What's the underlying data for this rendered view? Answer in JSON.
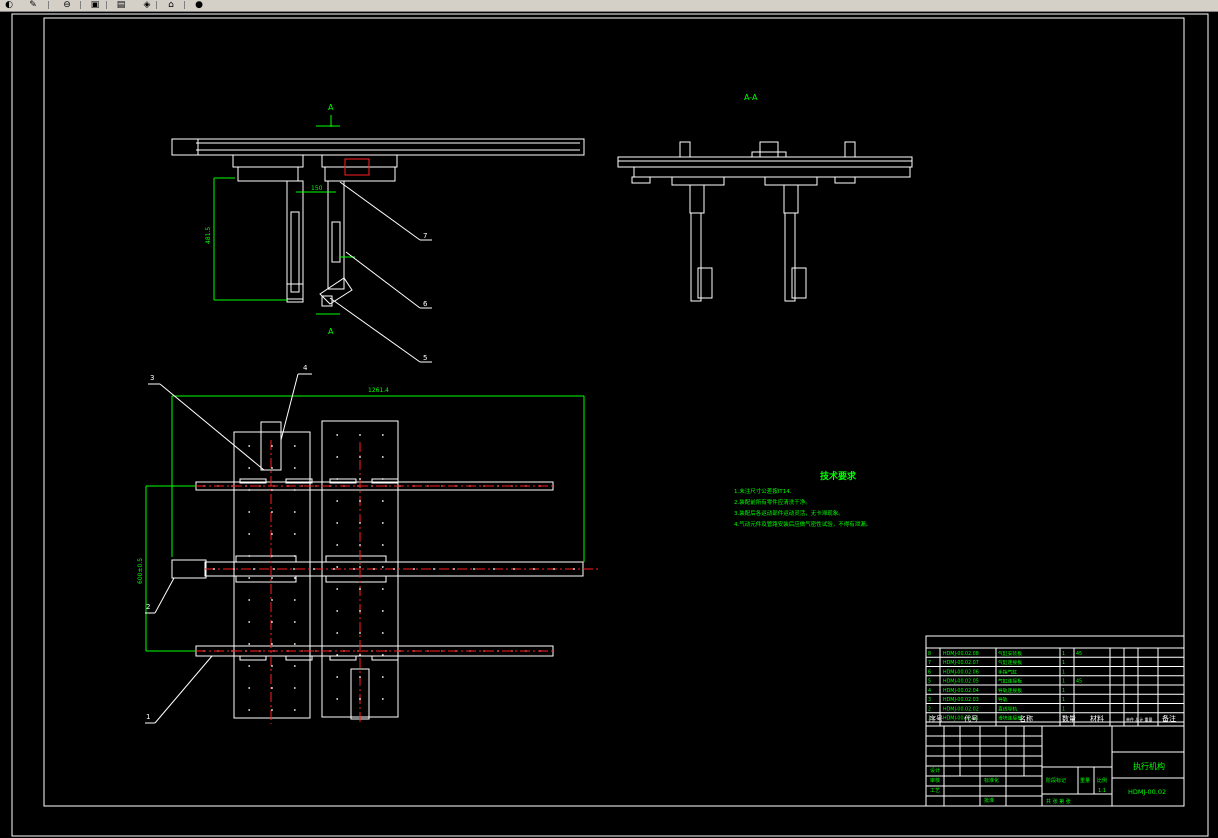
{
  "toolbar": {
    "icons": [
      {
        "name": "back-icon",
        "glyph": "◐"
      },
      {
        "name": "pan-icon",
        "glyph": "✎"
      },
      {
        "name": "zoom-icon",
        "glyph": "⊖"
      },
      {
        "name": "print-icon",
        "glyph": "▣"
      },
      {
        "name": "properties-icon",
        "glyph": "▤"
      },
      {
        "name": "layers-icon",
        "glyph": "◈"
      },
      {
        "name": "home-icon",
        "glyph": "⌂"
      },
      {
        "name": "info-icon",
        "glyph": "●"
      }
    ]
  },
  "drawing": {
    "section_mark": "A",
    "view_title": "A-A",
    "dim_width": "1261.4",
    "dim_height": "600±0.5",
    "dim_small": "150",
    "dim_vertical": "481.5",
    "tech_title": "技术要求",
    "tech_notes": [
      "1.未注尺寸公差按IT14.",
      "2.装配前所有零件应清洗干净。",
      "3.装配后各运动部件运动灵活，无卡滞现象。",
      "4.气动元件及管路安装后应做气密性试验，不得有泄漏。"
    ],
    "balloons": [
      "1",
      "2",
      "3",
      "4",
      "5",
      "6",
      "7"
    ]
  },
  "title_block": {
    "drawing_name": "执行机构",
    "drawing_code": "HDMJ-00.02",
    "header": {
      "no": "序号",
      "code": "代号",
      "name": "名称",
      "qty": "数量",
      "material": "材料",
      "weight": "单件 总计 重量",
      "remark": "备注"
    },
    "parts": [
      {
        "no": "8",
        "code": "HDMJ-00.02.08",
        "name": "气缸安装板",
        "qty": "1",
        "material": "45"
      },
      {
        "no": "7",
        "code": "HDMJ-00.02.07",
        "name": "气缸连接板",
        "qty": "1",
        "material": ""
      },
      {
        "no": "6",
        "code": "HDMJ-00.02.06",
        "name": "手指气缸",
        "qty": "1",
        "material": ""
      },
      {
        "no": "5",
        "code": "HDMJ-00.02.05",
        "name": "气缸连接板",
        "qty": "1",
        "material": "45"
      },
      {
        "no": "4",
        "code": "HDMJ-00.02.04",
        "name": "导轨连接板",
        "qty": "1",
        "material": ""
      },
      {
        "no": "3",
        "code": "HDMJ-00.02.03",
        "name": "导轨",
        "qty": "1",
        "material": ""
      },
      {
        "no": "2",
        "code": "HDMJ-00.02.02",
        "name": "直线导轨",
        "qty": "1",
        "material": ""
      },
      {
        "no": "1",
        "code": "HDMJ-00.02.01",
        "name": "滑块连接板",
        "qty": "1",
        "material": ""
      }
    ],
    "design_label": "设计",
    "check_label": "审核",
    "process_label": "工艺",
    "std_label": "标准化",
    "approve_label": "批准",
    "stage_label": "阶段标记",
    "weight_label": "重量",
    "scale_label": "比例",
    "scale_value": "1:1",
    "sheet_label": "共 张 第 张"
  }
}
